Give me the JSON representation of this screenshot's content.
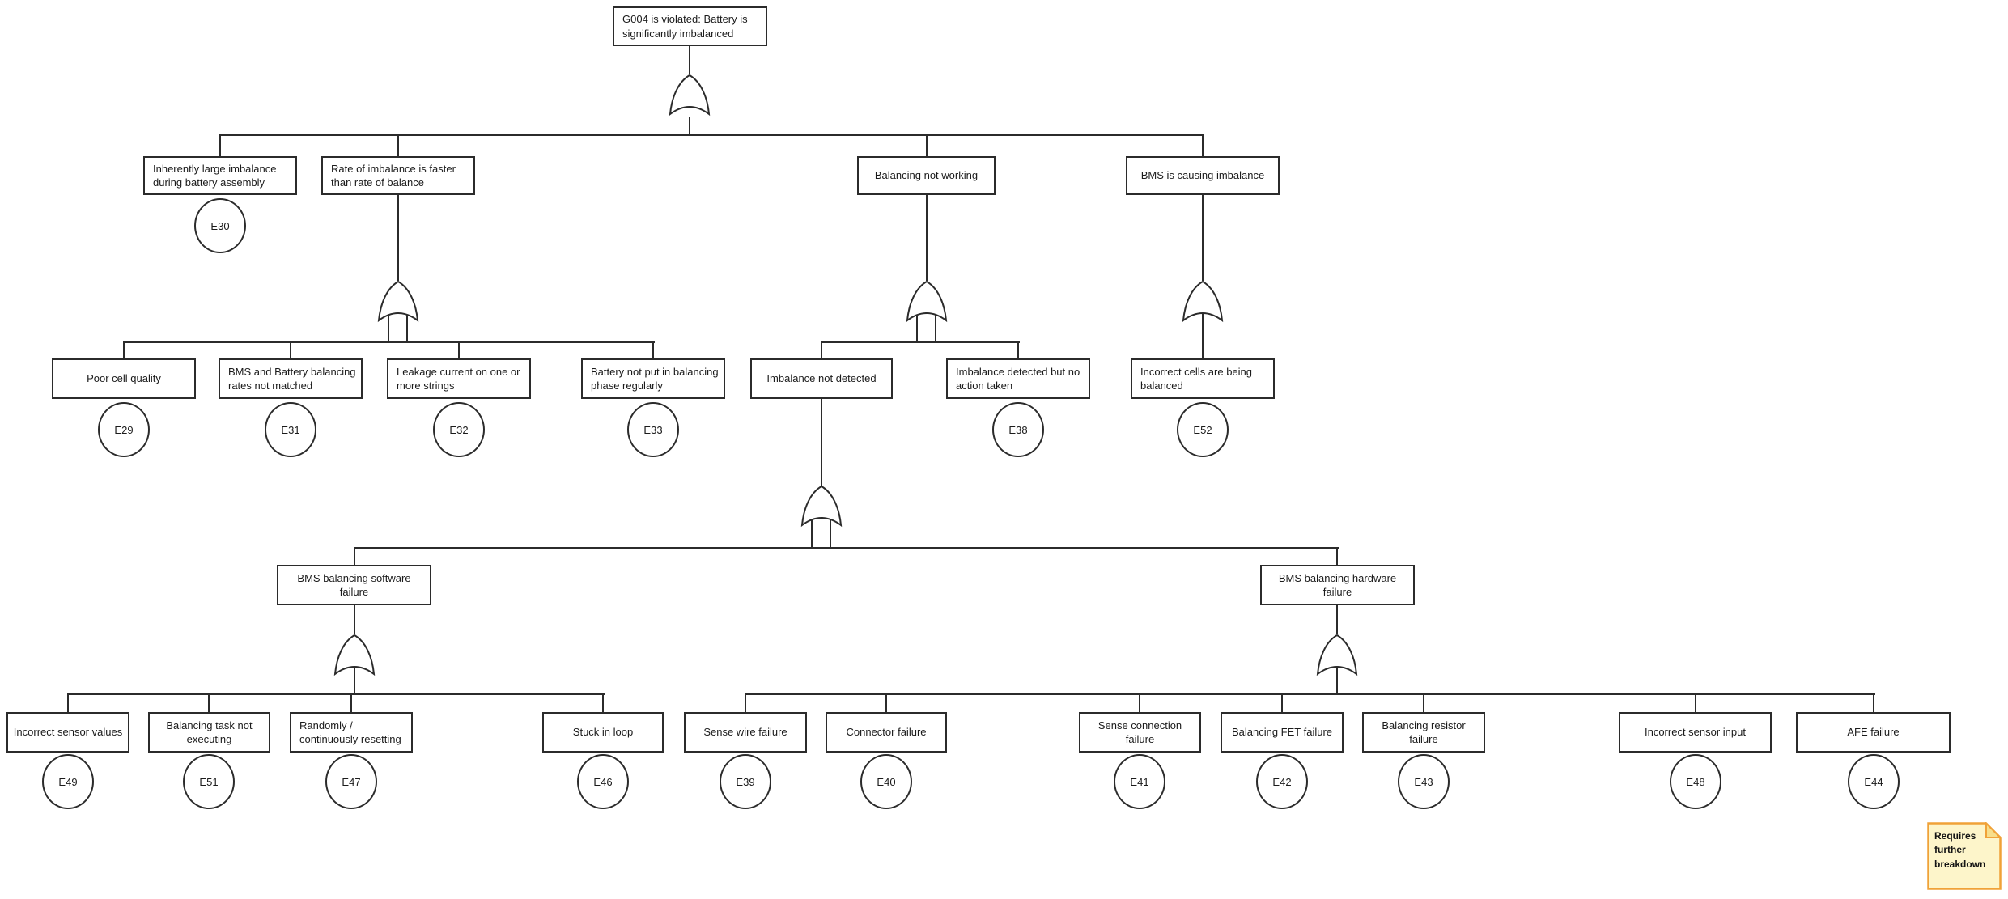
{
  "diagram_type": "fault-tree",
  "colors": {
    "line": "#2b2b2b",
    "node_fill": "#ffffff",
    "note_fill": "#FDF5CA",
    "note_border": "#F0A238",
    "note_fold": "#F7DE8B"
  },
  "nodes": [
    {
      "label": "G004 is violated: Battery is significantly imbalanced"
    },
    {
      "label": "Inherently large imbalance during battery assembly",
      "event": "E30"
    },
    {
      "label": "Rate of imbalance is faster than rate of balance"
    },
    {
      "label": "Balancing not working"
    },
    {
      "label": "BMS is causing imbalance"
    },
    {
      "label": "Poor cell quality",
      "event": "E29"
    },
    {
      "label": "BMS and Battery balancing rates not matched",
      "event": "E31"
    },
    {
      "label": "Leakage current on one or more strings",
      "event": "E32"
    },
    {
      "label": "Battery not put in balancing phase regularly",
      "event": "E33"
    },
    {
      "label": "Imbalance not detected"
    },
    {
      "label": "Imbalance detected but no action taken",
      "event": "E38"
    },
    {
      "label": "Incorrect cells are being balanced",
      "event": "E52"
    },
    {
      "label": "BMS balancing software failure"
    },
    {
      "label": "BMS balancing hardware failure"
    },
    {
      "label": "Incorrect sensor values",
      "event": "E49"
    },
    {
      "label": "Balancing task not executing",
      "event": "E51"
    },
    {
      "label": "Randomly / continuously resetting",
      "event": "E47"
    },
    {
      "label": "Stuck in loop",
      "event": "E46"
    },
    {
      "label": "Sense wire failure",
      "event": "E39"
    },
    {
      "label": "Connector failure",
      "event": "E40"
    },
    {
      "label": "Sense connection failure",
      "event": "E41"
    },
    {
      "label": "Balancing FET failure",
      "event": "E42"
    },
    {
      "label": "Balancing resistor failure",
      "event": "E43"
    },
    {
      "label": "Incorrect sensor input",
      "event": "E48"
    },
    {
      "label": "AFE failure",
      "event": "E44"
    }
  ],
  "gates": [
    {
      "type": "OR",
      "under": "G004 is violated: Battery is significantly imbalanced"
    },
    {
      "type": "OR",
      "under": "Rate of imbalance is faster than rate of balance"
    },
    {
      "type": "OR",
      "under": "Balancing not working"
    },
    {
      "type": "OR",
      "under": "BMS is causing imbalance"
    },
    {
      "type": "OR",
      "under": "Imbalance not detected"
    },
    {
      "type": "OR",
      "under": "BMS balancing software failure"
    },
    {
      "type": "OR",
      "under": "BMS balancing hardware failure"
    }
  ],
  "note": {
    "text": "Requires further breakdown"
  }
}
